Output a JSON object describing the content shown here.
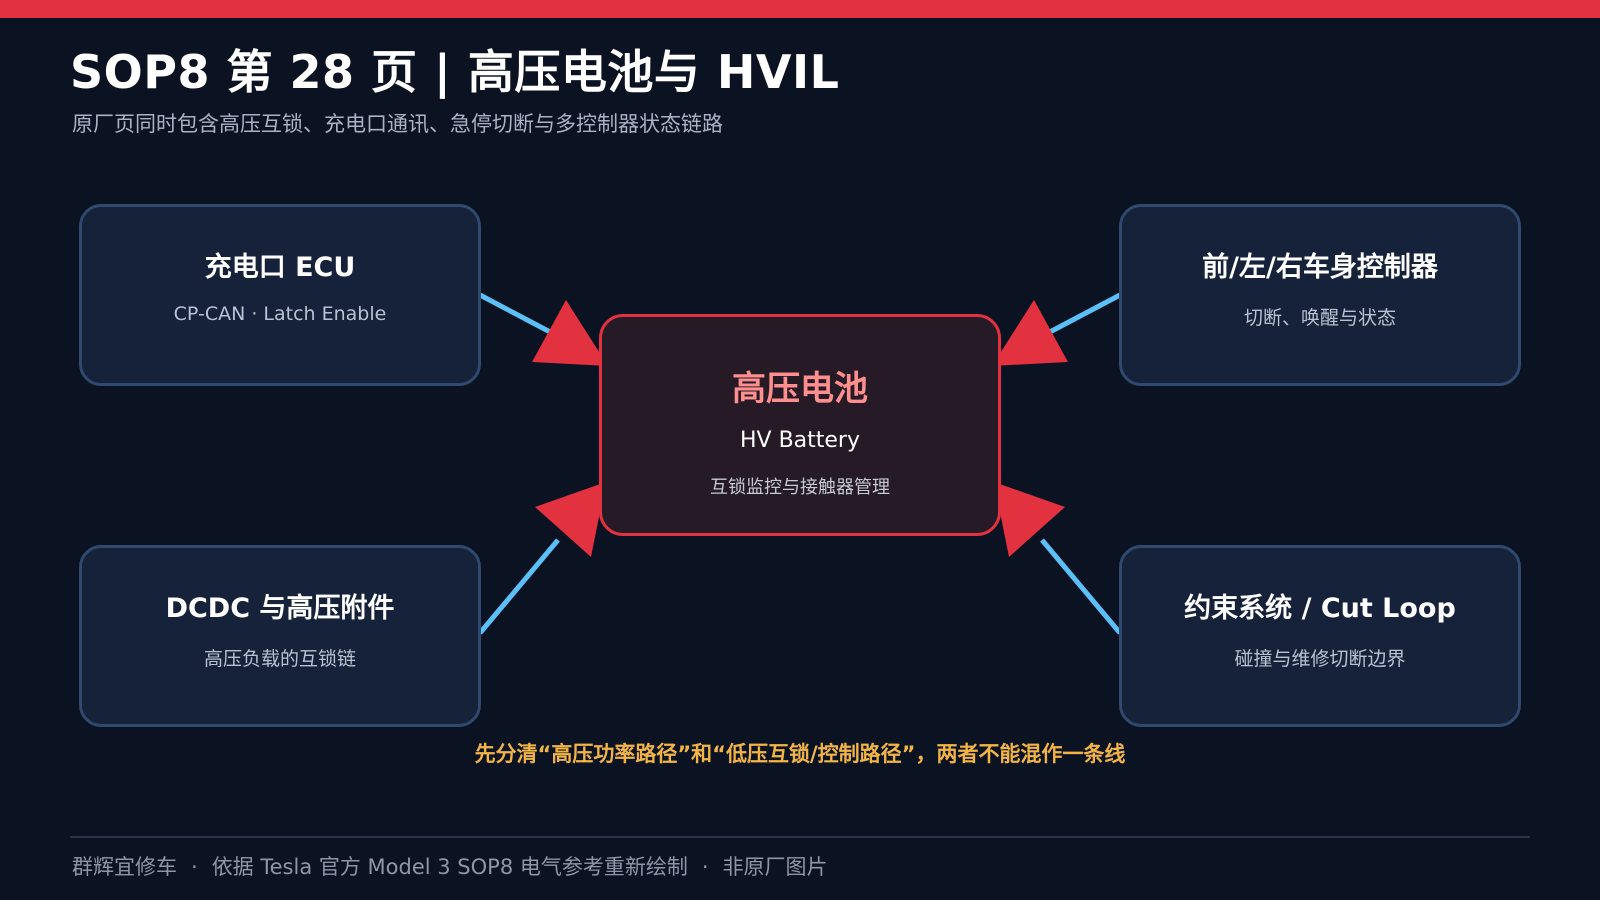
{
  "colors": {
    "background": "#0b1222",
    "accent_red": "#e2313f",
    "connector_blue": "#5bc0f8",
    "node_fill": "#16223a",
    "node_border": "#2f4a6e",
    "center_fill": "#251a25",
    "center_title": "#ff8f8f",
    "note_gold": "#f2b445"
  },
  "header": {
    "title": "SOP8 第 28 页 | 高压电池与 HVIL",
    "subtitle": "原厂页同时包含高压互锁、充电口通讯、急停切断与多控制器状态链路"
  },
  "diagram": {
    "center": {
      "title": "高压电池",
      "subtitle": "HV Battery",
      "desc": "互锁监控与接触器管理"
    },
    "nodes": {
      "top_left": {
        "title": "充电口 ECU",
        "desc": "CP-CAN · Latch Enable"
      },
      "top_right": {
        "title": "前/左/右车身控制器",
        "desc": "切断、唤醒与状态"
      },
      "bottom_left": {
        "title": "DCDC 与高压附件",
        "desc": "高压负载的互锁链"
      },
      "bottom_right": {
        "title": "约束系统 / Cut Loop",
        "desc": "碰撞与维修切断边界"
      }
    }
  },
  "note": "先分清“高压功率路径”和“低压互锁/控制路径”，两者不能混作一条线",
  "footer": {
    "brand": "群辉宜修车",
    "source": "依据 Tesla 官方 Model 3 SOP8 电气参考重新绘制",
    "disclaimer": "非原厂图片",
    "separator": "·"
  }
}
